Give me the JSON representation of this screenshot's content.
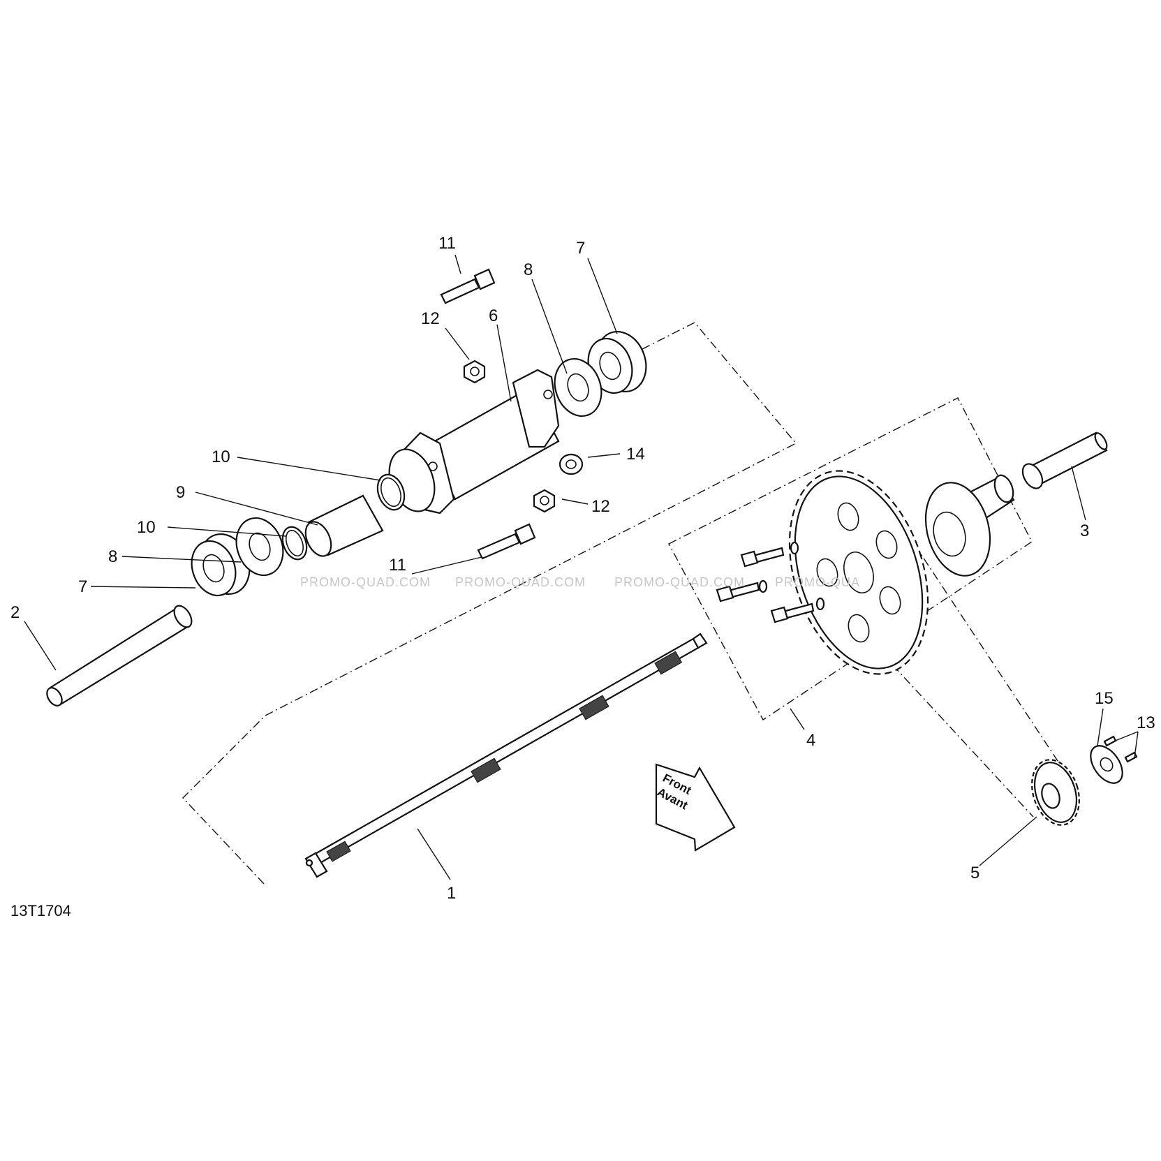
{
  "drawing_number": "13T1704",
  "watermark": {
    "texts": [
      "PROMO-QUAD.COM",
      "PROMO-QUAD.COM",
      "PROMO-QUAD.COM",
      "PROMO-QUA"
    ]
  },
  "direction_arrow": {
    "line1": "Front",
    "line2": "Avant"
  },
  "callouts": {
    "c1": "1",
    "c2": "2",
    "c3": "3",
    "c4": "4",
    "c5": "5",
    "c6": "6",
    "c7_top": "7",
    "c7_left": "7",
    "c8_top": "8",
    "c8_left": "8",
    "c9": "9",
    "c10_top": "10",
    "c10_left": "10",
    "c11_top": "11",
    "c11_mid": "11",
    "c12_top": "12",
    "c12_mid": "12",
    "c13": "13",
    "c14": "14",
    "c15": "15"
  }
}
